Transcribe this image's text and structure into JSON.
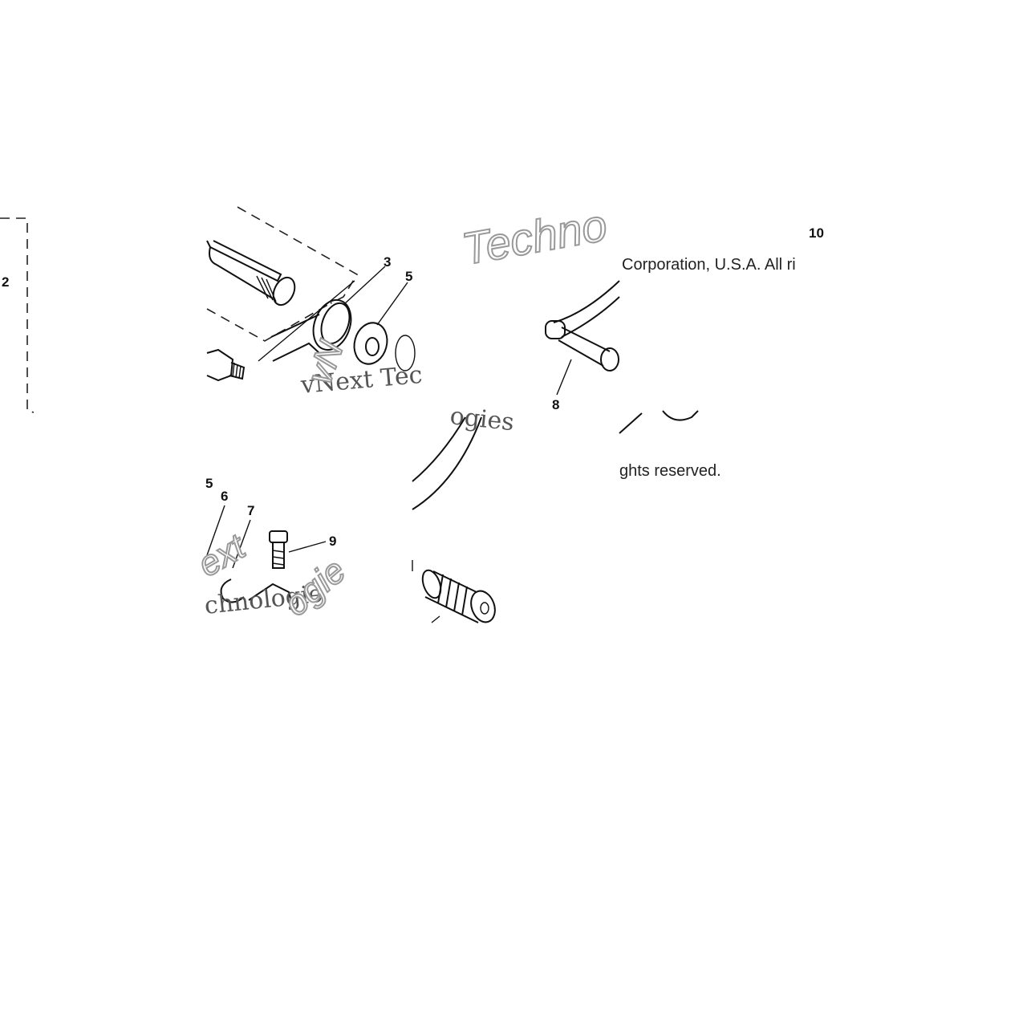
{
  "callouts": {
    "c2": "2",
    "c3": "3",
    "c5": "5",
    "c5b": "5",
    "c6": "6",
    "c7": "7",
    "c8": "8",
    "c9": "9",
    "c10": "10"
  },
  "copyright": {
    "line1": "Corporation, U.S.A. All ri",
    "line2": "ghts reserved."
  },
  "watermarks": {
    "w1": "Techno",
    "w2": "vNext Tec",
    "w3": "ogies",
    "w4": "chnologie",
    "w5": "ext",
    "w6": "ogie",
    "w7": "vN"
  }
}
